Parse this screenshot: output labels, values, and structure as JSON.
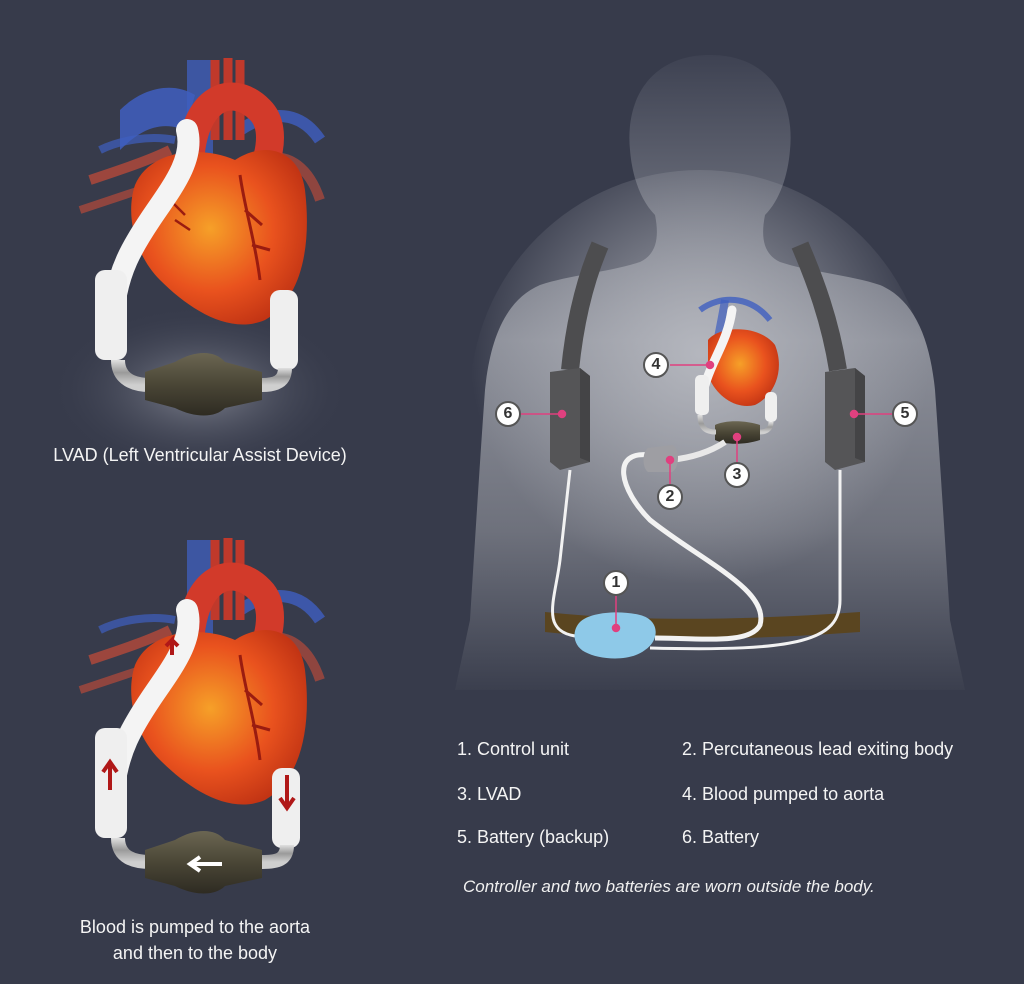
{
  "diagram": {
    "title_top": "LVAD  (Left Ventricular Assist Device)",
    "caption_bottom_line1": "Blood is pumped to the aorta",
    "caption_bottom_line2": "and then to the body",
    "legend": [
      {
        "number": "1",
        "label": "1. Control unit"
      },
      {
        "number": "2",
        "label": "2. Percutaneous lead exiting body"
      },
      {
        "number": "3",
        "label": "3. LVAD"
      },
      {
        "number": "4",
        "label": "4. Blood pumped to aorta"
      },
      {
        "number": "5",
        "label": "5. Battery (backup)"
      },
      {
        "number": "6",
        "label": "6. Battery"
      }
    ],
    "note": "Controller and two batteries are worn outside the body.",
    "callouts": [
      "1",
      "2",
      "3",
      "4",
      "5",
      "6"
    ],
    "colors": {
      "background": "#373b4b",
      "heart": "#e8501e",
      "vein": "#3f5fc0",
      "artery": "#c0392b",
      "tube": "#f4f4f4",
      "pump": "#4a4636",
      "controller": "#8ec9e8",
      "belt": "#5a4520",
      "battery": "#555555",
      "callout_line": "#e0407f"
    }
  }
}
